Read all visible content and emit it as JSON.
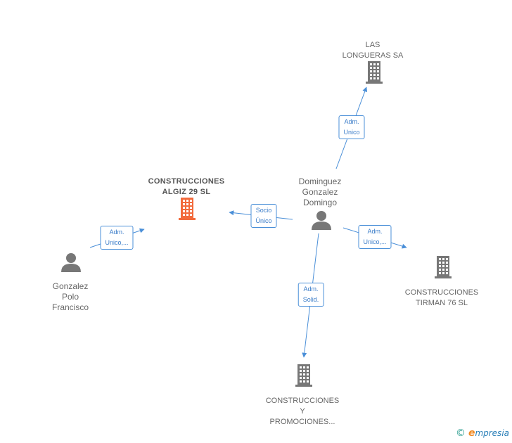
{
  "colors": {
    "edge": "#4a8fd8",
    "building": "#777777",
    "building_main": "#f26a3c",
    "person": "#777777"
  },
  "nodes": [
    {
      "id": "construcciones_algiz",
      "type": "company",
      "main": true,
      "label": "CONSTRUCCIONES\nALGIZ 29  SL"
    },
    {
      "id": "dominguez",
      "type": "person",
      "label": "Dominguez\nGonzalez\nDomingo"
    },
    {
      "id": "las_longueras",
      "type": "company",
      "label": "LAS\nLONGUERAS SA"
    },
    {
      "id": "gonzalez_polo",
      "type": "person",
      "label": "Gonzalez\nPolo\nFrancisco"
    },
    {
      "id": "construcciones_tirman",
      "type": "company",
      "label": "CONSTRUCCIONES\nTIRMAN 76 SL"
    },
    {
      "id": "construcciones_promociones",
      "type": "company",
      "label": "CONSTRUCCIONES\nY\nPROMOCIONES..."
    }
  ],
  "edges": [
    {
      "from": "dominguez",
      "to": "las_longueras",
      "label": "Adm.\nUnico"
    },
    {
      "from": "dominguez",
      "to": "construcciones_algiz",
      "label": "Socio\nÚnico"
    },
    {
      "from": "gonzalez_polo",
      "to": "construcciones_algiz",
      "label": "Adm.\nUnico,..."
    },
    {
      "from": "dominguez",
      "to": "construcciones_tirman",
      "label": "Adm.\nUnico,..."
    },
    {
      "from": "dominguez",
      "to": "construcciones_promociones",
      "label": "Adm.\nSolid."
    }
  ],
  "brand": {
    "copyright": "©",
    "e": "e",
    "rest": "mpresia"
  }
}
